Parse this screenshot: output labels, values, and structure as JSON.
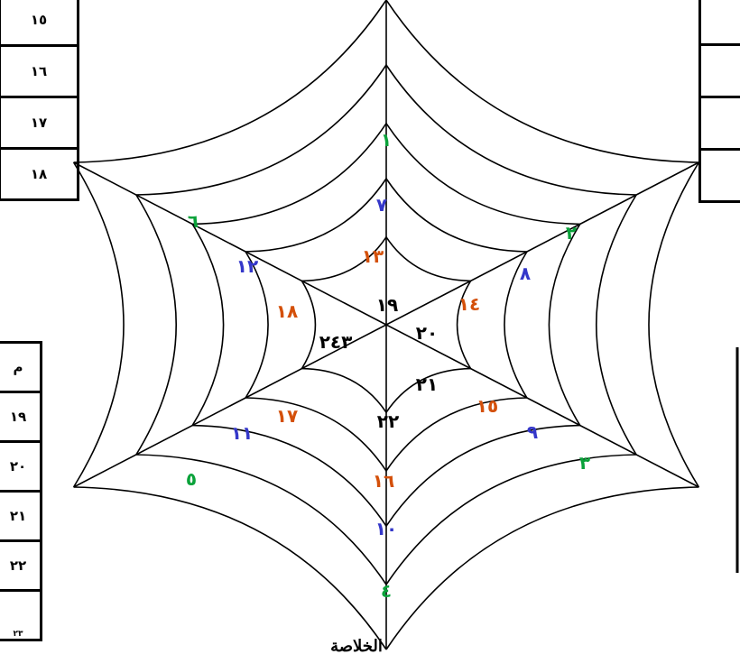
{
  "top_left_table": [
    "١٥",
    "١٦",
    "١٧",
    "١٨"
  ],
  "top_right_table": [
    "",
    "",
    "",
    ""
  ],
  "bottom_left_table": {
    "header": "م",
    "rows": [
      "١٩",
      "٢٠",
      "٢١",
      "٢٢",
      "٢٣"
    ]
  },
  "web_labels": {
    "n1": "١",
    "n2": "٢",
    "n3": "٣",
    "n4": "٤",
    "n5": "٥",
    "n6": "٦",
    "n7": "٧",
    "n8": "٨",
    "n9": "٩",
    "n10": "١٠",
    "n11": "١١",
    "n12": "١٢",
    "n13": "١٣",
    "n14": "١٤",
    "n15": "١٥",
    "n16": "١٦",
    "n17": "١٧",
    "n18": "١٨",
    "n19": "١٩",
    "n20": "٢٠",
    "n21": "٢١",
    "n22": "٢٢",
    "n23": "٢٤٣"
  },
  "summary_title": "الخلاصة",
  "colors": {
    "green": "#0aa23a",
    "blue": "#3437c9",
    "orange": "#d4500a"
  }
}
